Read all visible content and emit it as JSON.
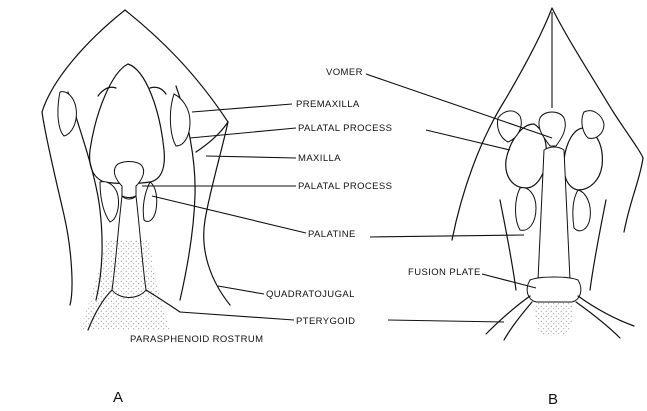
{
  "labels": {
    "vomer": "VOMER",
    "premaxilla": "PREMAXILLA",
    "palatal_process_upper": "PALATAL PROCESS",
    "maxilla": "MAXILLA",
    "palatal_process_lower": "PALATAL PROCESS",
    "palatine": "PALATINE",
    "quadratojugal": "QUADRATOJUGAL",
    "fusion_plate": "FUSION PLATE",
    "pterygoid": "PTERYGOID",
    "parasphenoid_rostrum": "PARASPHENOID ROSTRUM"
  },
  "panels": {
    "a": "A",
    "b": "B"
  },
  "colors": {
    "ink": "#111111",
    "paper": "#ffffff"
  }
}
